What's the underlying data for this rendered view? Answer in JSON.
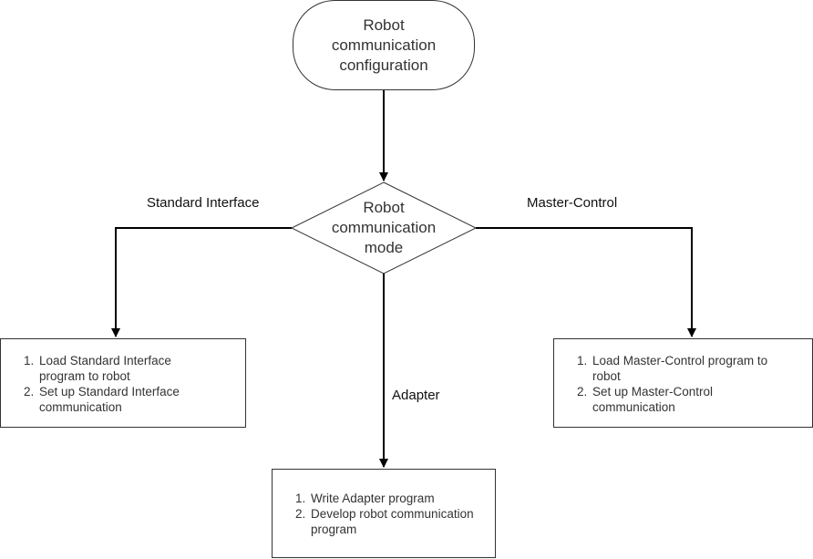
{
  "start_node": {
    "lines": [
      "Robot",
      "communication",
      "configuration"
    ]
  },
  "decision_node": {
    "lines": [
      "Robot",
      "communication",
      "mode"
    ]
  },
  "branches": {
    "left": {
      "label": "Standard Interface",
      "steps": [
        "Load Standard Interface program to robot",
        "Set up Standard Interface communication"
      ]
    },
    "middle": {
      "label": "Adapter",
      "steps": [
        "Write Adapter program",
        "Develop robot communication program"
      ]
    },
    "right": {
      "label": "Master-Control",
      "steps": [
        "Load Master-Control program to robot",
        "Set up Master-Control communication"
      ]
    }
  },
  "colors": {
    "stroke": "#333333",
    "arrow": "#000000",
    "background": "#ffffff"
  }
}
